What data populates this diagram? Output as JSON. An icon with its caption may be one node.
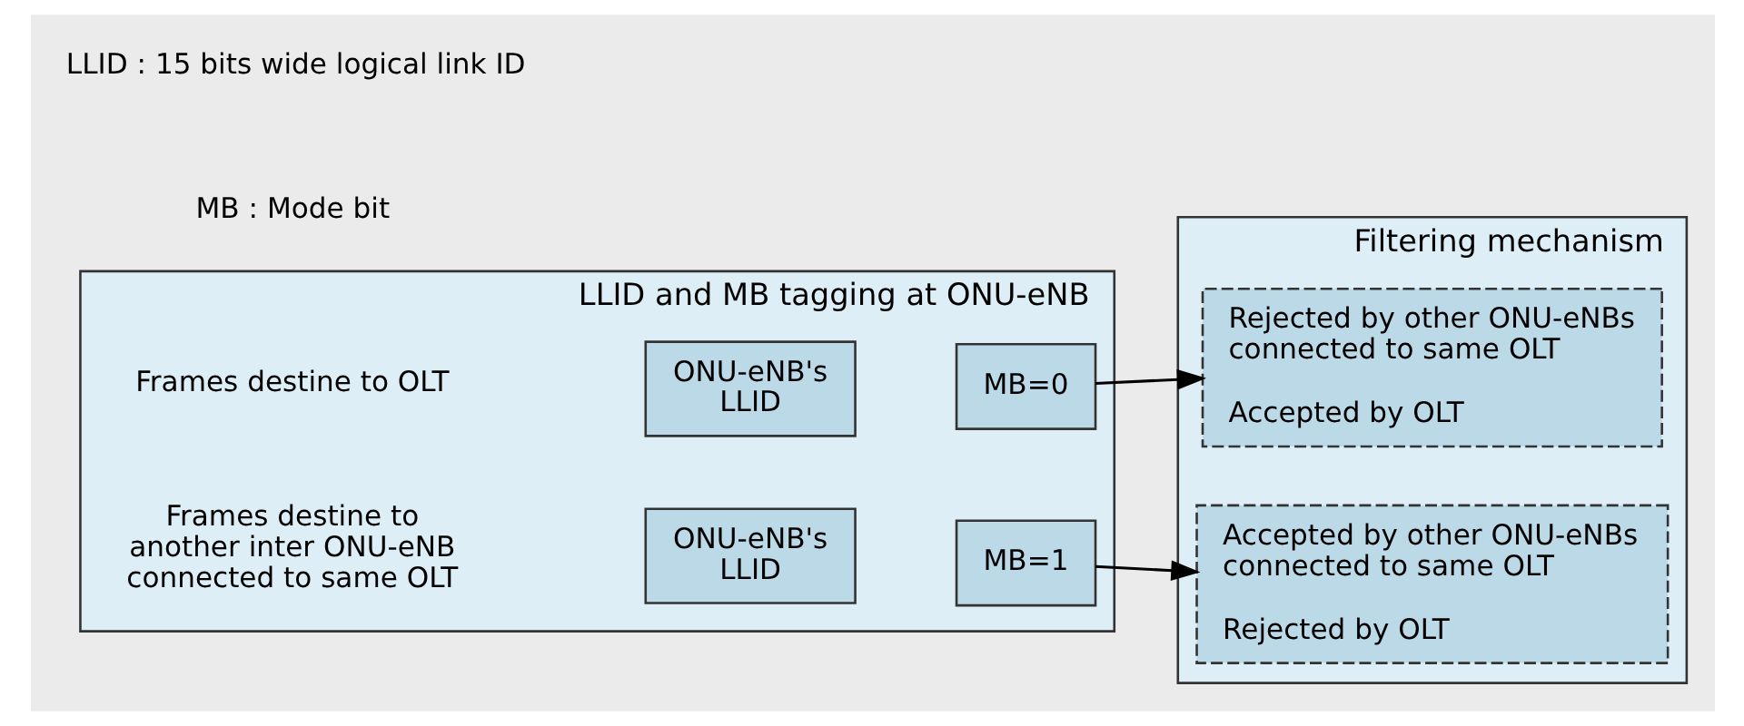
{
  "diagram": {
    "nodes": [
      {
        "text": [
          "LLID and MB tagging at ONU-eNB"
        ]
      },
      {
        "text": [
          "ONU-eNB's LLID"
        ],
        "in": 0
      },
      {
        "text": [
          "MB=0"
        ],
        "in": 0
      },
      {
        "text": [
          "ONU-eNB's LLID"
        ],
        "in": 0
      },
      {
        "text": [
          "MB=1"
        ],
        "in": 0
      },
      {
        "text": [
          "Filtering mechanism"
        ]
      },
      {
        "text": [
          "Rejected by other ONU-eNBs connected to same OLT",
          "Accepted by OLT"
        ],
        "in": 5
      },
      {
        "text": [
          "Accepted by other ONU-eNBs connected to same OLT",
          "Rejected by OLT"
        ],
        "in": 5
      }
    ],
    "edges": [
      {
        "from": 2,
        "to": 6,
        "arrow": "to"
      },
      {
        "from": 4,
        "to": 7,
        "arrow": "to"
      }
    ],
    "labels": [
      "Frames destine to OLT",
      "Frames destine to another inter ONU-eNB connected to same OLT",
      "LLID : 15 bits wide logical link ID",
      "MB : Mode bit"
    ]
  }
}
